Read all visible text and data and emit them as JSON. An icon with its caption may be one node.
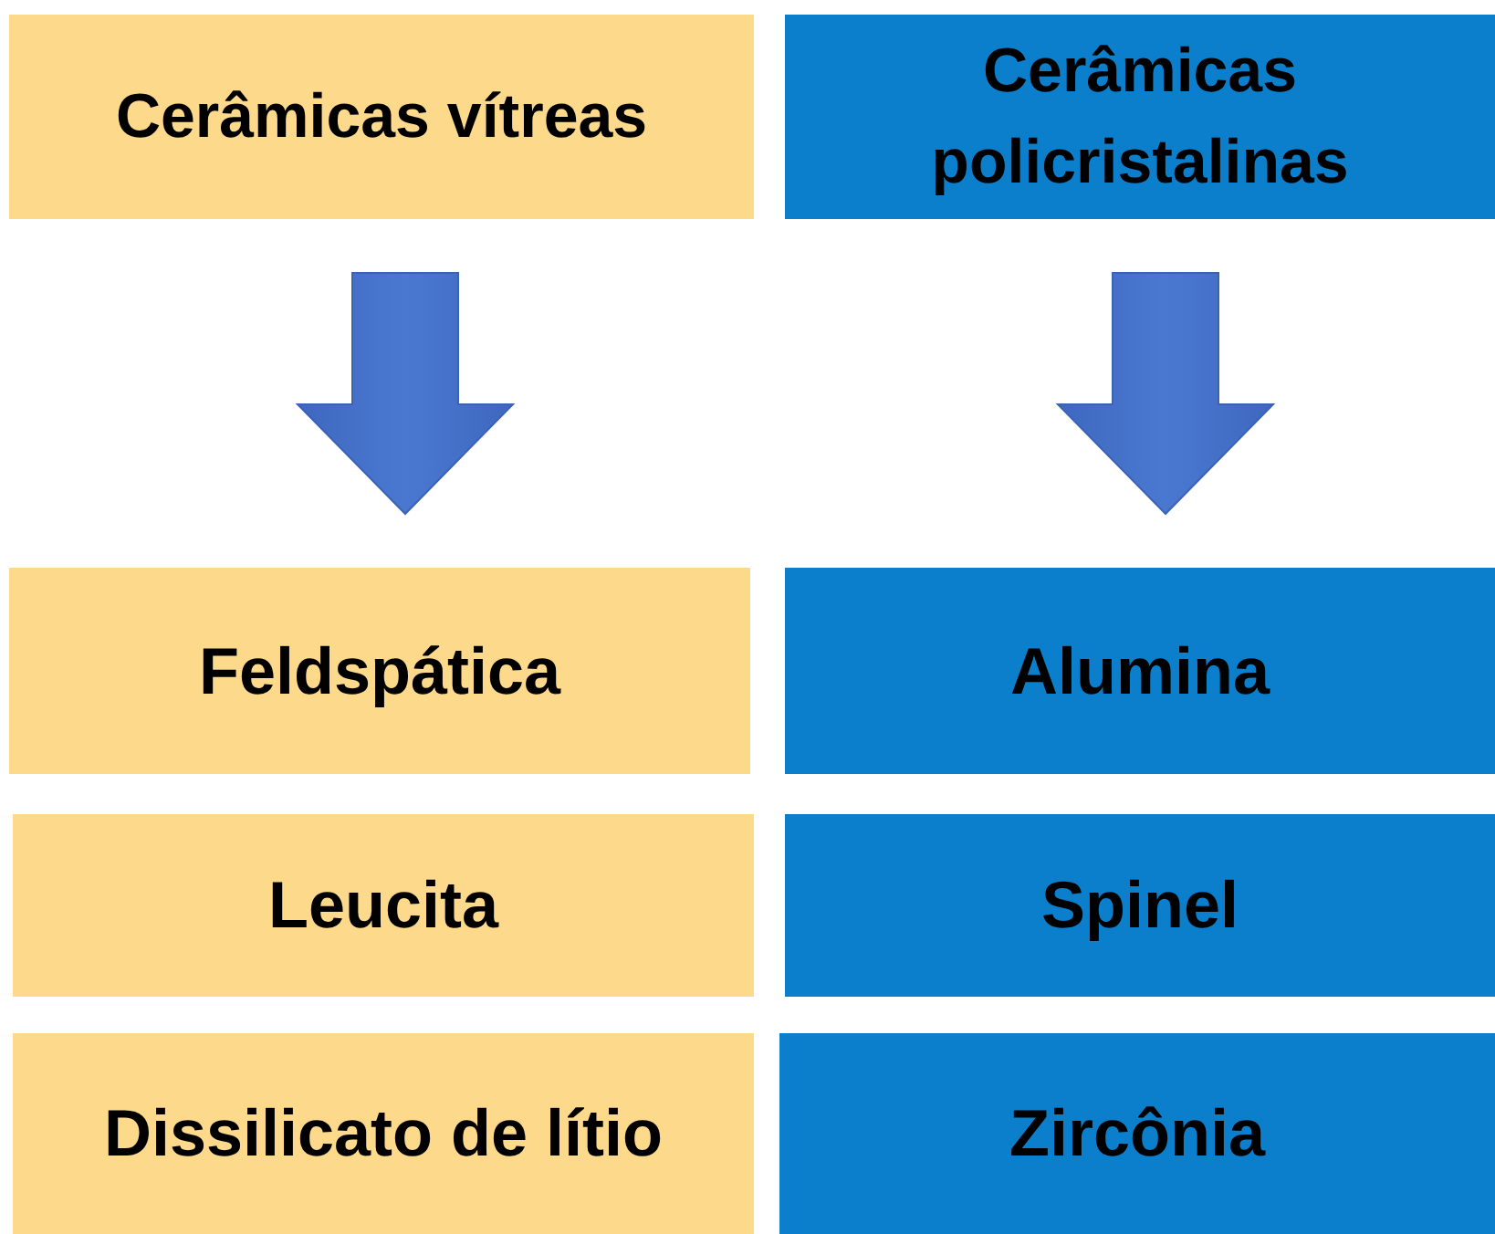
{
  "diagram": {
    "nodes": [
      {
        "text": [
          "Cerâmicas vítreas"
        ]
      },
      {
        "text": [
          "Cerâmicas policristalinas"
        ]
      },
      {
        "text": [
          "Feldspática"
        ]
      },
      {
        "text": [
          "Alumina"
        ]
      },
      {
        "text": [
          "Leucita"
        ]
      },
      {
        "text": [
          "Spinel"
        ]
      },
      {
        "text": [
          "Dissilicato de lítio"
        ]
      },
      {
        "text": [
          "Zircônia"
        ]
      }
    ],
    "edges": [
      {
        "from": 0,
        "to": 2,
        "arrow": "to"
      },
      {
        "from": 1,
        "to": 3,
        "arrow": "to"
      }
    ]
  }
}
